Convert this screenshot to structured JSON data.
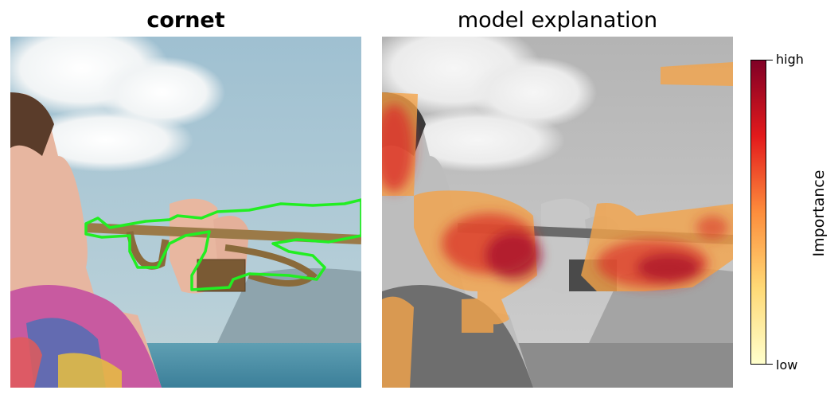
{
  "panels": {
    "left": {
      "title": "cornet"
    },
    "right": {
      "title": "model explanation"
    }
  },
  "colorbar": {
    "title": "Importance",
    "high_label": "high",
    "low_label": "low",
    "colors": [
      "#ffffcc",
      "#fed976",
      "#fd8d3c",
      "#e31a1c",
      "#800026"
    ]
  },
  "colors": {
    "outline": "#22ee22",
    "sky": "#a9c6d4",
    "sea": "#4d8ea4"
  }
}
